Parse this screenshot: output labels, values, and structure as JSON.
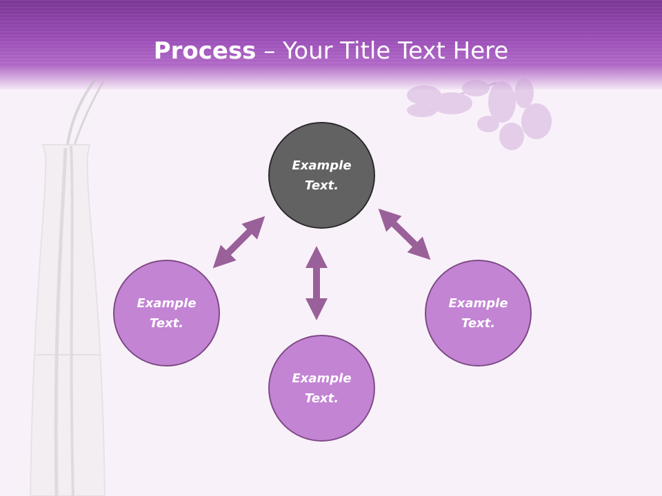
{
  "slide": {
    "title_bold": "Process",
    "title_rest": " – Your Title Text Here"
  },
  "diagram": {
    "nodes": [
      {
        "id": "top",
        "label": "Example Text.",
        "style": "dark"
      },
      {
        "id": "left",
        "label": "Example Text.",
        "style": "light"
      },
      {
        "id": "bottom",
        "label": "Example Text.",
        "style": "light"
      },
      {
        "id": "right",
        "label": "Example Text.",
        "style": "light"
      }
    ],
    "edges": [
      {
        "from": "top",
        "to": "left",
        "type": "bidirectional"
      },
      {
        "from": "top",
        "to": "bottom",
        "type": "bidirectional"
      },
      {
        "from": "top",
        "to": "right",
        "type": "bidirectional"
      }
    ]
  },
  "colors": {
    "header": "#9b4fb8",
    "node_fill": "#c384d4",
    "node_border": "#7d4a85",
    "center_fill": "#626262",
    "arrow": "#9a6099",
    "background": "#f9f1f9"
  }
}
